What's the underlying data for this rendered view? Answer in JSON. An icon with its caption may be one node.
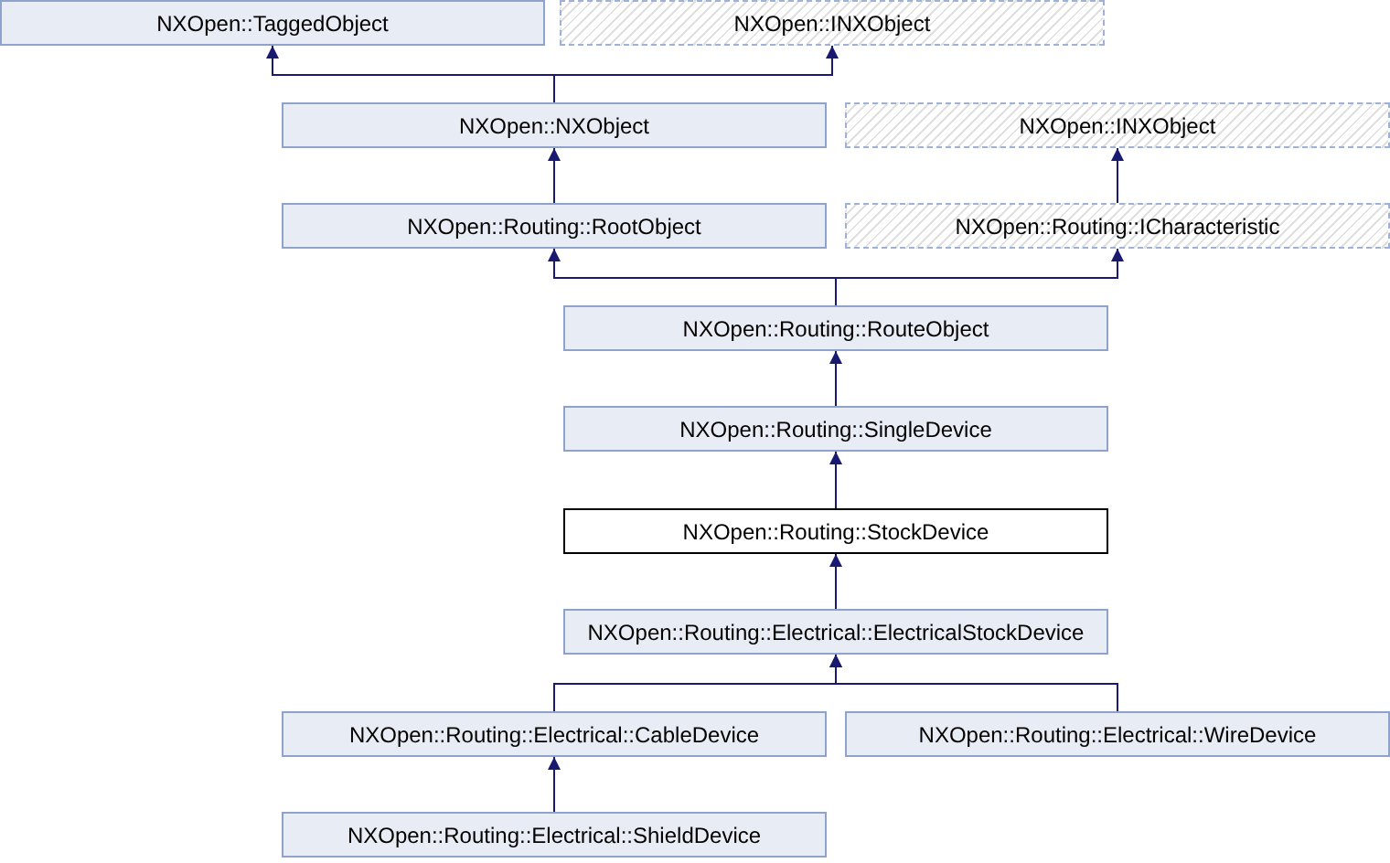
{
  "diagram": {
    "nodes": [
      {
        "text": [
          "NXOpen::TaggedObject"
        ]
      },
      {
        "text": [
          "NXOpen::INXObject"
        ]
      },
      {
        "text": [
          "NXOpen::NXObject"
        ]
      },
      {
        "text": [
          "NXOpen::INXObject"
        ]
      },
      {
        "text": [
          "NXOpen::Routing::RootObject"
        ]
      },
      {
        "text": [
          "NXOpen::Routing::ICharacteristic"
        ]
      },
      {
        "text": [
          "NXOpen::Routing::RouteObject"
        ]
      },
      {
        "text": [
          "NXOpen::Routing::SingleDevice"
        ]
      },
      {
        "text": [
          "NXOpen::Routing::StockDevice"
        ]
      },
      {
        "text": [
          "NXOpen::Routing::Electrical::ElectricalStockDevice"
        ]
      },
      {
        "text": [
          "NXOpen::Routing::Electrical::CableDevice"
        ]
      },
      {
        "text": [
          "NXOpen::Routing::Electrical::WireDevice"
        ]
      },
      {
        "text": [
          "NXOpen::Routing::Electrical::ShieldDevice"
        ]
      }
    ],
    "edges": [
      {
        "from": 2,
        "to": 0,
        "arrow": "to"
      },
      {
        "from": 2,
        "to": 1,
        "arrow": "to"
      },
      {
        "from": 4,
        "to": 2,
        "arrow": "to"
      },
      {
        "from": 5,
        "to": 3,
        "arrow": "to"
      },
      {
        "from": 6,
        "to": 4,
        "arrow": "to"
      },
      {
        "from": 6,
        "to": 5,
        "arrow": "to"
      },
      {
        "from": 7,
        "to": 6,
        "arrow": "to"
      },
      {
        "from": 8,
        "to": 7,
        "arrow": "to"
      },
      {
        "from": 9,
        "to": 8,
        "arrow": "to"
      },
      {
        "from": 10,
        "to": 9,
        "arrow": "to"
      },
      {
        "from": 11,
        "to": 9,
        "arrow": "to"
      },
      {
        "from": 12,
        "to": 10,
        "arrow": "to"
      }
    ]
  }
}
